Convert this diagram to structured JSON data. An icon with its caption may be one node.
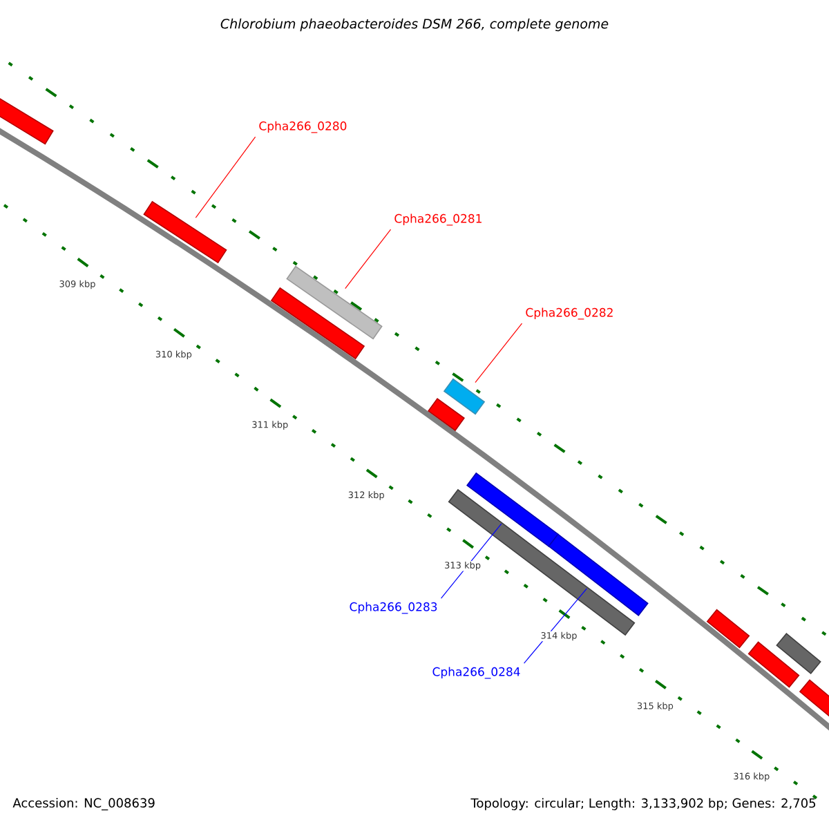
{
  "diagram": {
    "title": "Chlorobium phaeobacteroides DSM 266, complete genome",
    "nodes": [
      {
        "text": [
          "Cpha266_0280"
        ]
      },
      {
        "text": [],
        "shape": "bar"
      },
      {
        "text": [
          "Cpha266_0281"
        ]
      },
      {
        "text": [],
        "shape": "bar"
      },
      {
        "text": [
          "Cpha266_0282"
        ]
      },
      {
        "text": [],
        "shape": "bar"
      },
      {
        "text": [
          "Cpha266_0283"
        ]
      },
      {
        "text": [],
        "shape": "bar"
      },
      {
        "text": [
          "Cpha266_0284"
        ]
      },
      {
        "text": [],
        "shape": "bar"
      }
    ],
    "edges": [
      {
        "from": 0,
        "to": 1,
        "arrow": "none"
      },
      {
        "from": 2,
        "to": 3,
        "arrow": "none"
      },
      {
        "from": 4,
        "to": 5,
        "arrow": "none"
      },
      {
        "from": 6,
        "to": 7,
        "arrow": "none",
        "color": "#0000ff"
      },
      {
        "from": 8,
        "to": 9,
        "arrow": "none",
        "color": "#0000ff"
      }
    ],
    "labels": [
      "309 kbp",
      "310 kbp",
      "311 kbp",
      "312 kbp",
      "313 kbp",
      "314 kbp",
      "315 kbp",
      "316 kbp",
      "Accession: NC_008639",
      "Topology: circular; Length: 3,133,902 bp; Genes: 2,705"
    ]
  }
}
